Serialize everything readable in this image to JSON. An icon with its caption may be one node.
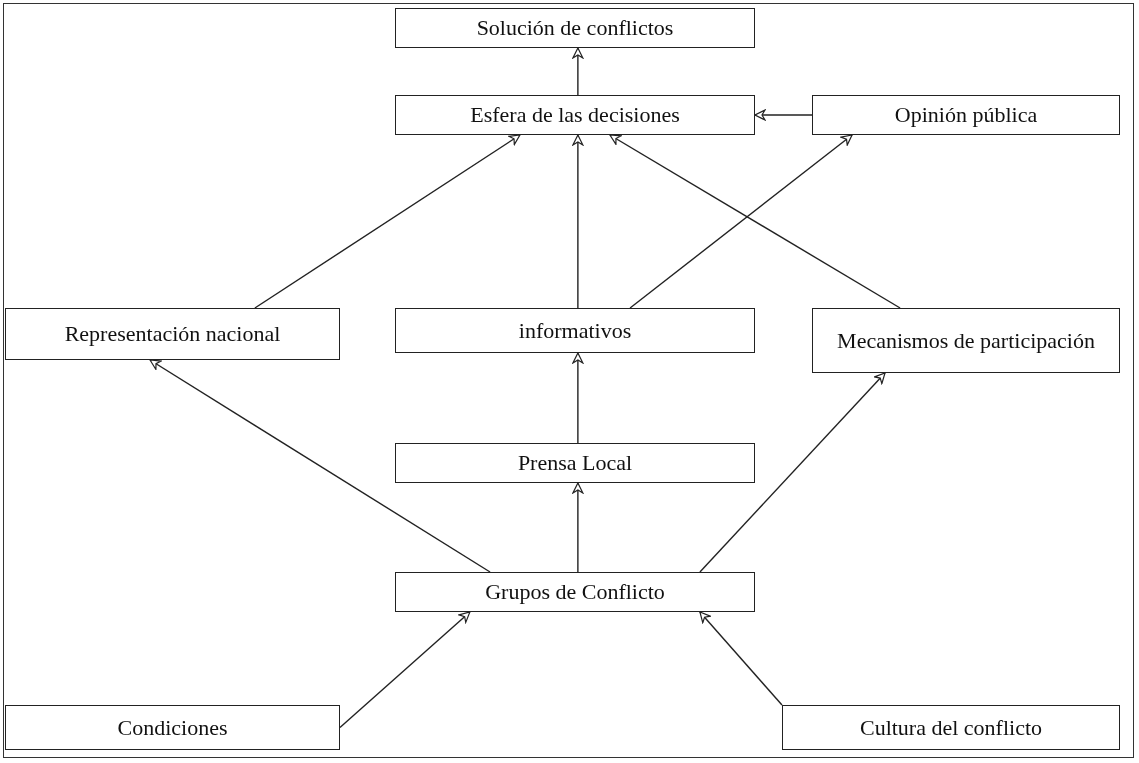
{
  "diagram": {
    "nodes": [
      {
        "text": [
          "Solución de conflictos"
        ]
      },
      {
        "text": [
          "Esfera de las decisiones"
        ]
      },
      {
        "text": [
          "Opinión pública"
        ]
      },
      {
        "text": [
          "Representación nacional"
        ]
      },
      {
        "text": [
          "informativos"
        ]
      },
      {
        "text": [
          "Mecanismos de participación"
        ]
      },
      {
        "text": [
          "Prensa Local"
        ]
      },
      {
        "text": [
          "Grupos de Conflicto"
        ]
      },
      {
        "text": [
          "Condiciones"
        ]
      },
      {
        "text": [
          "Cultura del conflicto"
        ]
      }
    ],
    "edges": [
      {
        "from": 1,
        "to": 0,
        "arrow": "to"
      },
      {
        "from": 2,
        "to": 1,
        "arrow": "to"
      },
      {
        "from": 3,
        "to": 1,
        "arrow": "to"
      },
      {
        "from": 4,
        "to": 1,
        "arrow": "to"
      },
      {
        "from": 4,
        "to": 2,
        "arrow": "to"
      },
      {
        "from": 5,
        "to": 1,
        "arrow": "to"
      },
      {
        "from": 6,
        "to": 4,
        "arrow": "to"
      },
      {
        "from": 7,
        "to": 6,
        "arrow": "to"
      },
      {
        "from": 7,
        "to": 3,
        "arrow": "to"
      },
      {
        "from": 7,
        "to": 5,
        "arrow": "to"
      },
      {
        "from": 8,
        "to": 7,
        "arrow": "to"
      },
      {
        "from": 9,
        "to": 7,
        "arrow": "to"
      }
    ]
  }
}
